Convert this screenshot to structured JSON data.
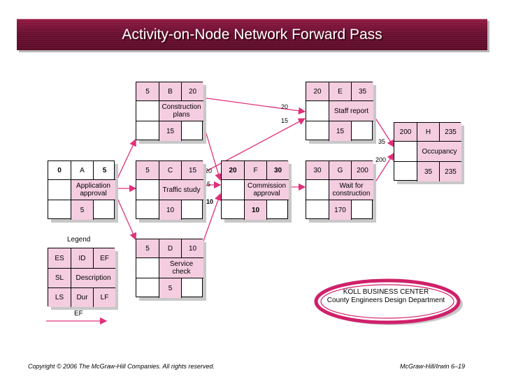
{
  "title": "Activity-on-Node Network Forward Pass",
  "nodes": {
    "A": {
      "es": "0",
      "id": "A",
      "ef": "5",
      "desc": "Application approval",
      "dur": "5"
    },
    "B": {
      "es": "5",
      "id": "B",
      "ef": "20",
      "desc": "Construction plans",
      "dur": "15"
    },
    "C": {
      "es": "5",
      "id": "C",
      "ef": "15",
      "desc": "Traffic study",
      "dur": "10"
    },
    "D": {
      "es": "5",
      "id": "D",
      "ef": "10",
      "desc": "Service check",
      "dur": "5"
    },
    "E": {
      "es": "20",
      "id": "E",
      "ef": "35",
      "desc": "Staff report",
      "dur": "15"
    },
    "F": {
      "es": "20",
      "id": "F",
      "ef": "30",
      "desc": "Commission approval",
      "dur": "10"
    },
    "G": {
      "es": "30",
      "id": "G",
      "ef": "200",
      "desc": "Wait for construction",
      "dur": "170"
    },
    "H": {
      "es": "200",
      "id": "H",
      "ef": "235",
      "desc": "Occupancy",
      "dur": "35",
      "lf": "235"
    }
  },
  "arrow_labels": {
    "b_to_e": "20",
    "c_to_e": "15",
    "b_to_f": "20",
    "c_to_f": "15",
    "d_to_f": "10",
    "e_to_h": "35",
    "g_to_h": "200"
  },
  "legend": {
    "title": "Legend",
    "es": "ES",
    "id": "ID",
    "ef": "EF",
    "sl": "SL",
    "desc": "Description",
    "ls": "LS",
    "dur": "Dur",
    "lf": "LF",
    "arrow": "EF"
  },
  "koll": {
    "line1": "KOLL BUSINESS CENTER",
    "line2": "County Engineers Design Department"
  },
  "footer": {
    "copyright": "Copyright © 2006 The McGraw-Hill Companies. All rights reserved.",
    "ref": "McGraw-Hill/Irwin  6–19"
  },
  "colors": {
    "title_bg": "#6a0f30",
    "arrow": "#e0307a",
    "cell_fill": "#f4cde0"
  }
}
